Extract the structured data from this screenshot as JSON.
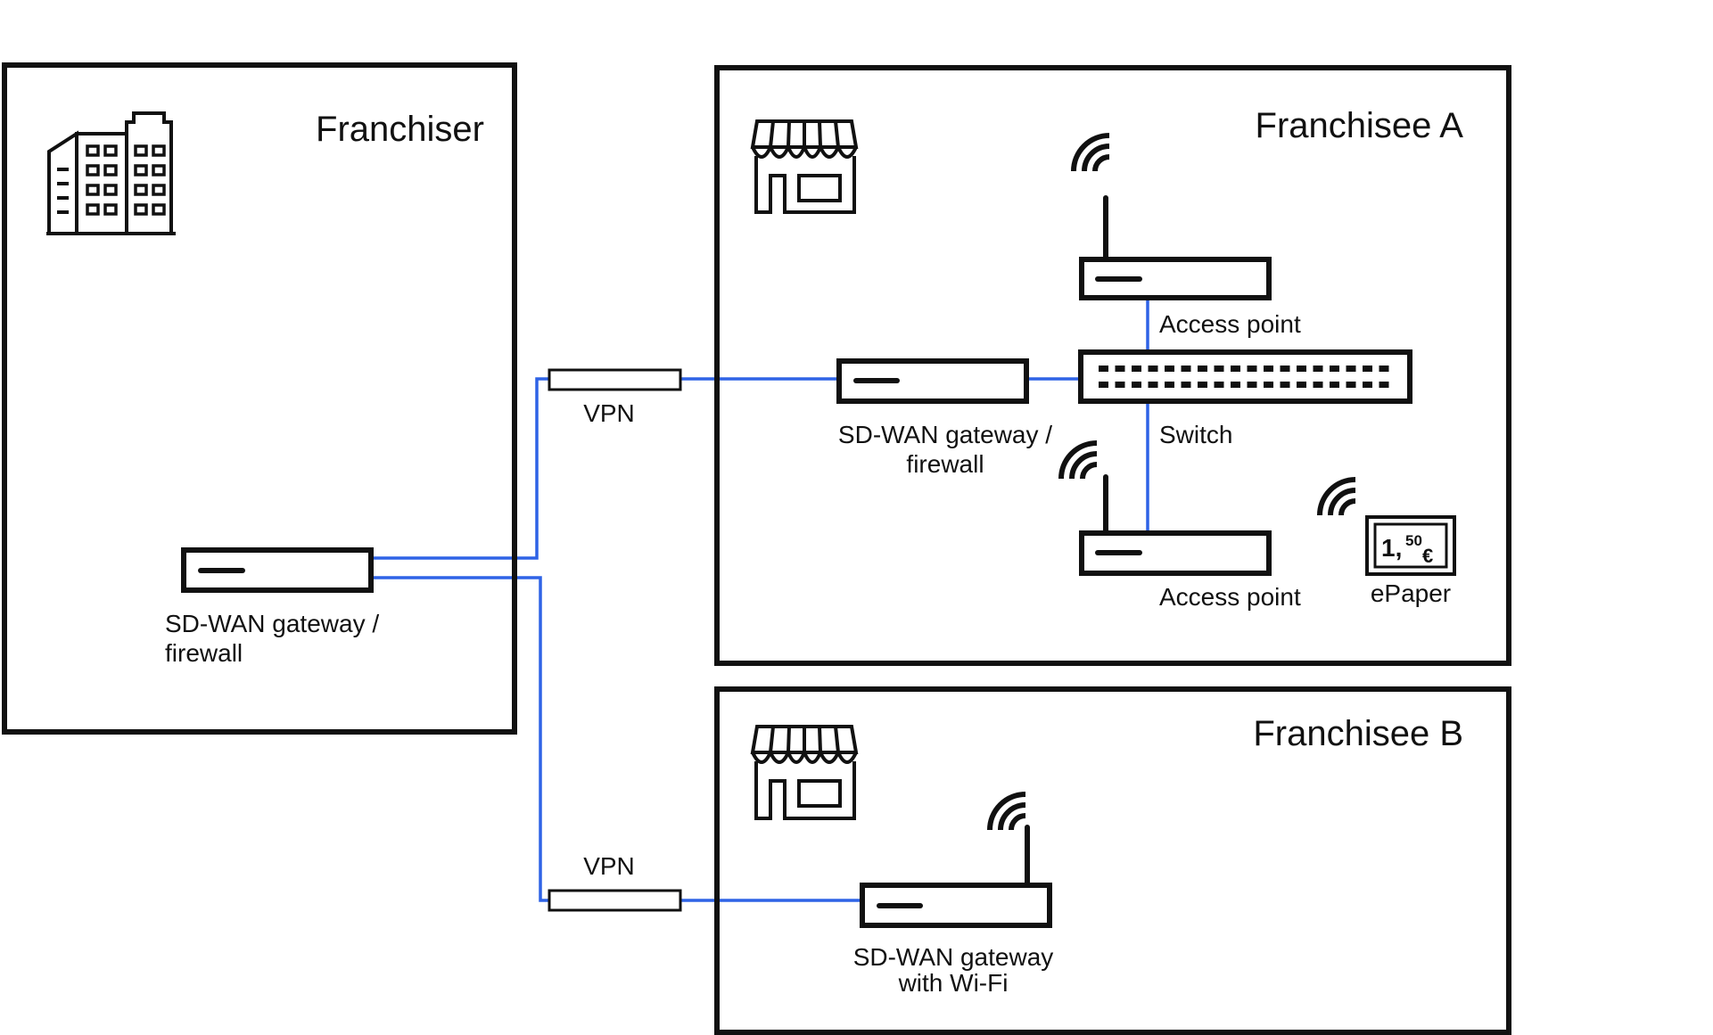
{
  "zones": {
    "franchiser": {
      "title": "Franchiser",
      "gateway_label_line1": "SD-WAN gateway /",
      "gateway_label_line2": "firewall"
    },
    "franchisee_a": {
      "title": "Franchisee A",
      "gateway_label_line1": "SD-WAN gateway /",
      "gateway_label_line2": "firewall",
      "access_point_top_label": "Access point",
      "switch_label": "Switch",
      "access_point_bottom_label": "Access point",
      "epaper_label": "ePaper",
      "epaper_price_main": "1,",
      "epaper_price_cents": "50",
      "epaper_currency": "€"
    },
    "franchisee_b": {
      "title": "Franchisee B",
      "gateway_label_line1": "SD-WAN gateway",
      "gateway_label_line2": "with Wi-Fi"
    }
  },
  "tunnels": {
    "vpn_a_label": "VPN",
    "vpn_b_label": "VPN"
  },
  "colors": {
    "link": "#2f63e6",
    "stroke": "#111111",
    "background": "#ffffff"
  },
  "icons": [
    "office-building-icon",
    "storefront-icon",
    "wifi-icon",
    "epaper-price-tag-icon"
  ]
}
